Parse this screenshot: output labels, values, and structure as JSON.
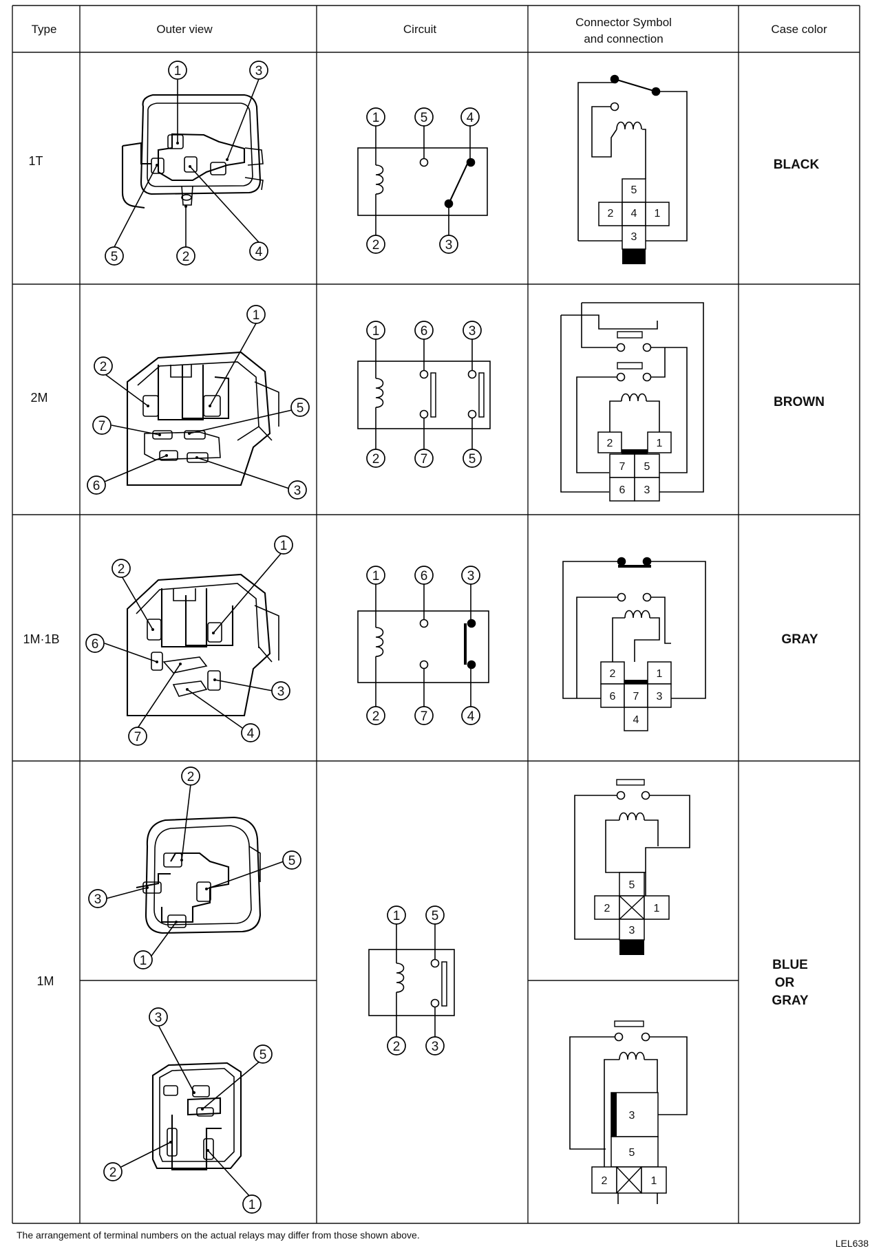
{
  "headers": {
    "type": "Type",
    "outer_view": "Outer view",
    "circuit": "Circuit",
    "connector_line1": "Connector Symbol",
    "connector_line2": "and connection",
    "case_color": "Case color"
  },
  "rows": [
    {
      "type": "1T",
      "color": [
        "BLACK"
      ],
      "outer_terminals": [
        "1",
        "3",
        "5",
        "2",
        "4"
      ],
      "circuit_terminals": [
        "1",
        "5",
        "4",
        "2",
        "3"
      ],
      "connector_cells": [
        "5",
        "2",
        "4",
        "1",
        "3"
      ]
    },
    {
      "type": "2M",
      "color": [
        "BROWN"
      ],
      "outer_terminals": [
        "1",
        "2",
        "5",
        "7",
        "6",
        "3"
      ],
      "circuit_terminals": [
        "1",
        "6",
        "3",
        "2",
        "7",
        "5"
      ],
      "connector_cells": [
        "2",
        "1",
        "7",
        "5",
        "6",
        "3"
      ]
    },
    {
      "type": "1M·1B",
      "color": [
        "GRAY"
      ],
      "outer_terminals": [
        "1",
        "2",
        "6",
        "3",
        "7",
        "4"
      ],
      "circuit_terminals": [
        "1",
        "6",
        "3",
        "2",
        "7",
        "4"
      ],
      "connector_cells": [
        "2",
        "1",
        "6",
        "7",
        "3",
        "4"
      ]
    },
    {
      "type": "1M",
      "color": [
        "BLUE",
        "OR",
        "GRAY"
      ],
      "outer_a_terminals": [
        "2",
        "5",
        "3",
        "1"
      ],
      "outer_b_terminals": [
        "3",
        "5",
        "2",
        "1"
      ],
      "circuit_terminals": [
        "1",
        "5",
        "2",
        "3"
      ],
      "connector_a_cells": [
        "5",
        "2",
        "1",
        "3"
      ],
      "connector_b_cells": [
        "3",
        "5",
        "2",
        "1"
      ]
    }
  ],
  "footnote": "The arrangement of terminal numbers on the actual relays may differ from those shown above.",
  "figure_id": "LEL638"
}
